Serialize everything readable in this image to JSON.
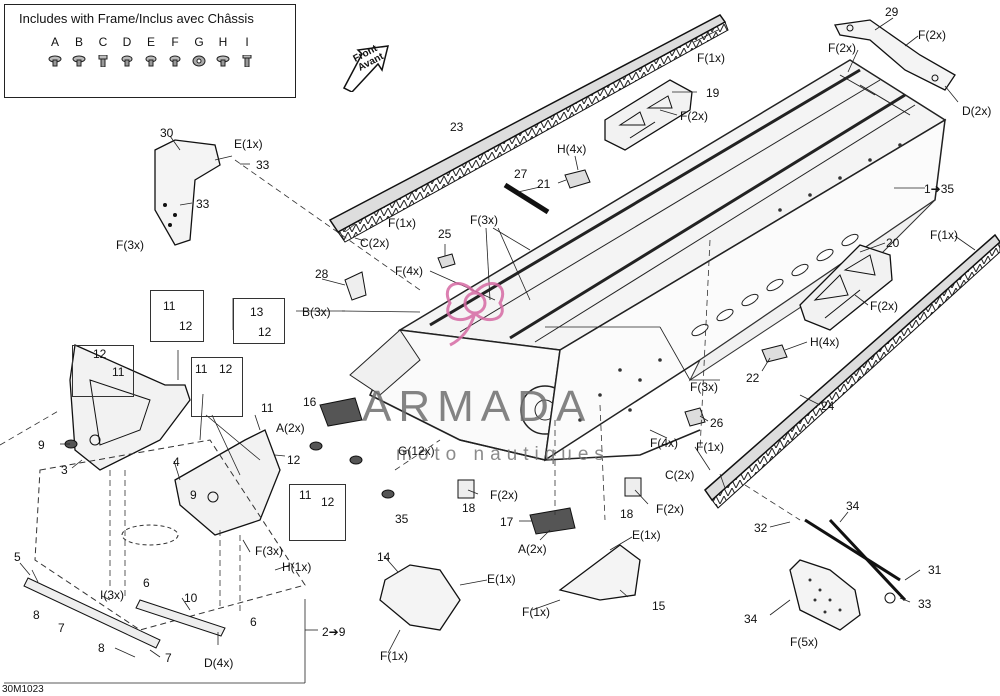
{
  "legend": {
    "title": "Includes with Frame/Inclus avec Châssis",
    "letters": [
      "A",
      "B",
      "C",
      "D",
      "E",
      "F",
      "G",
      "H",
      "I"
    ]
  },
  "front": {
    "line1": "Front",
    "line2": "Avant"
  },
  "watermark": {
    "brand": "ARMADA",
    "sub": "moto nautiques"
  },
  "figure_code": "30M1023",
  "labels": {
    "n29": "29",
    "f2x_a": "F(2x)",
    "d2x": "D(2x)",
    "f2x_b": "F(2x)",
    "f1x_top": "F(1x)",
    "n19": "19",
    "f2x_19": "F(2x)",
    "n23": "23",
    "n30": "30",
    "e1x_30": "E(1x)",
    "n33a": "33",
    "n33b": "33",
    "f3x_30": "F(3x)",
    "h4x_top": "H(4x)",
    "n21": "21",
    "n27": "27",
    "f1x_23": "F(1x)",
    "c2x_23": "C(2x)",
    "f3x_top": "F(3x)",
    "n25": "25",
    "n1_35": "1➔35",
    "f1x_right": "F(1x)",
    "n20": "20",
    "f2x_20": "F(2x)",
    "n28": "28",
    "f4x_a": "F(4x)",
    "b3x": "B(3x)",
    "n13": "13",
    "n12_13": "12",
    "n11_b": "11",
    "n12_b": "12",
    "n12_c": "12",
    "n11_c": "11",
    "n11_d": "11",
    "n12_d": "12",
    "n16": "16",
    "a2x_16": "A(2x)",
    "h4x_22": "H(4x)",
    "n22": "22",
    "f3x_mid": "F(3x)",
    "n26": "26",
    "f4x_b": "F(4x)",
    "f1x_mid": "F(1x)",
    "n24": "24",
    "c2x_24": "C(2x)",
    "n9": "9",
    "n3": "3",
    "n11_e": "11",
    "n12_e": "12",
    "n4": "4",
    "n9b": "9",
    "g12x": "G(12x)",
    "n35": "35",
    "n18a": "18",
    "f2x_18a": "F(2x)",
    "n18b": "18",
    "f2x_18b": "F(2x)",
    "n11_f": "11",
    "n12_f": "12",
    "n17": "17",
    "a2x_17": "A(2x)",
    "e1x_15": "E(1x)",
    "n34a": "34",
    "n32": "32",
    "n5": "5",
    "n6a": "6",
    "f3x_lw": "F(3x)",
    "h1x": "H(1x)",
    "n14": "14",
    "e1x_14": "E(1x)",
    "i3x": "I(3x)",
    "n10": "10",
    "n6b": "6",
    "n8a": "8",
    "n7a": "7",
    "f1x_15": "F(1x)",
    "n15": "15",
    "n31": "31",
    "n34b": "34",
    "n33c": "33",
    "n2_9": "2➔9",
    "n8b": "8",
    "n7b": "7",
    "d4x": "D(4x)",
    "f1x_14": "F(1x)",
    "f5x": "F(5x)"
  }
}
